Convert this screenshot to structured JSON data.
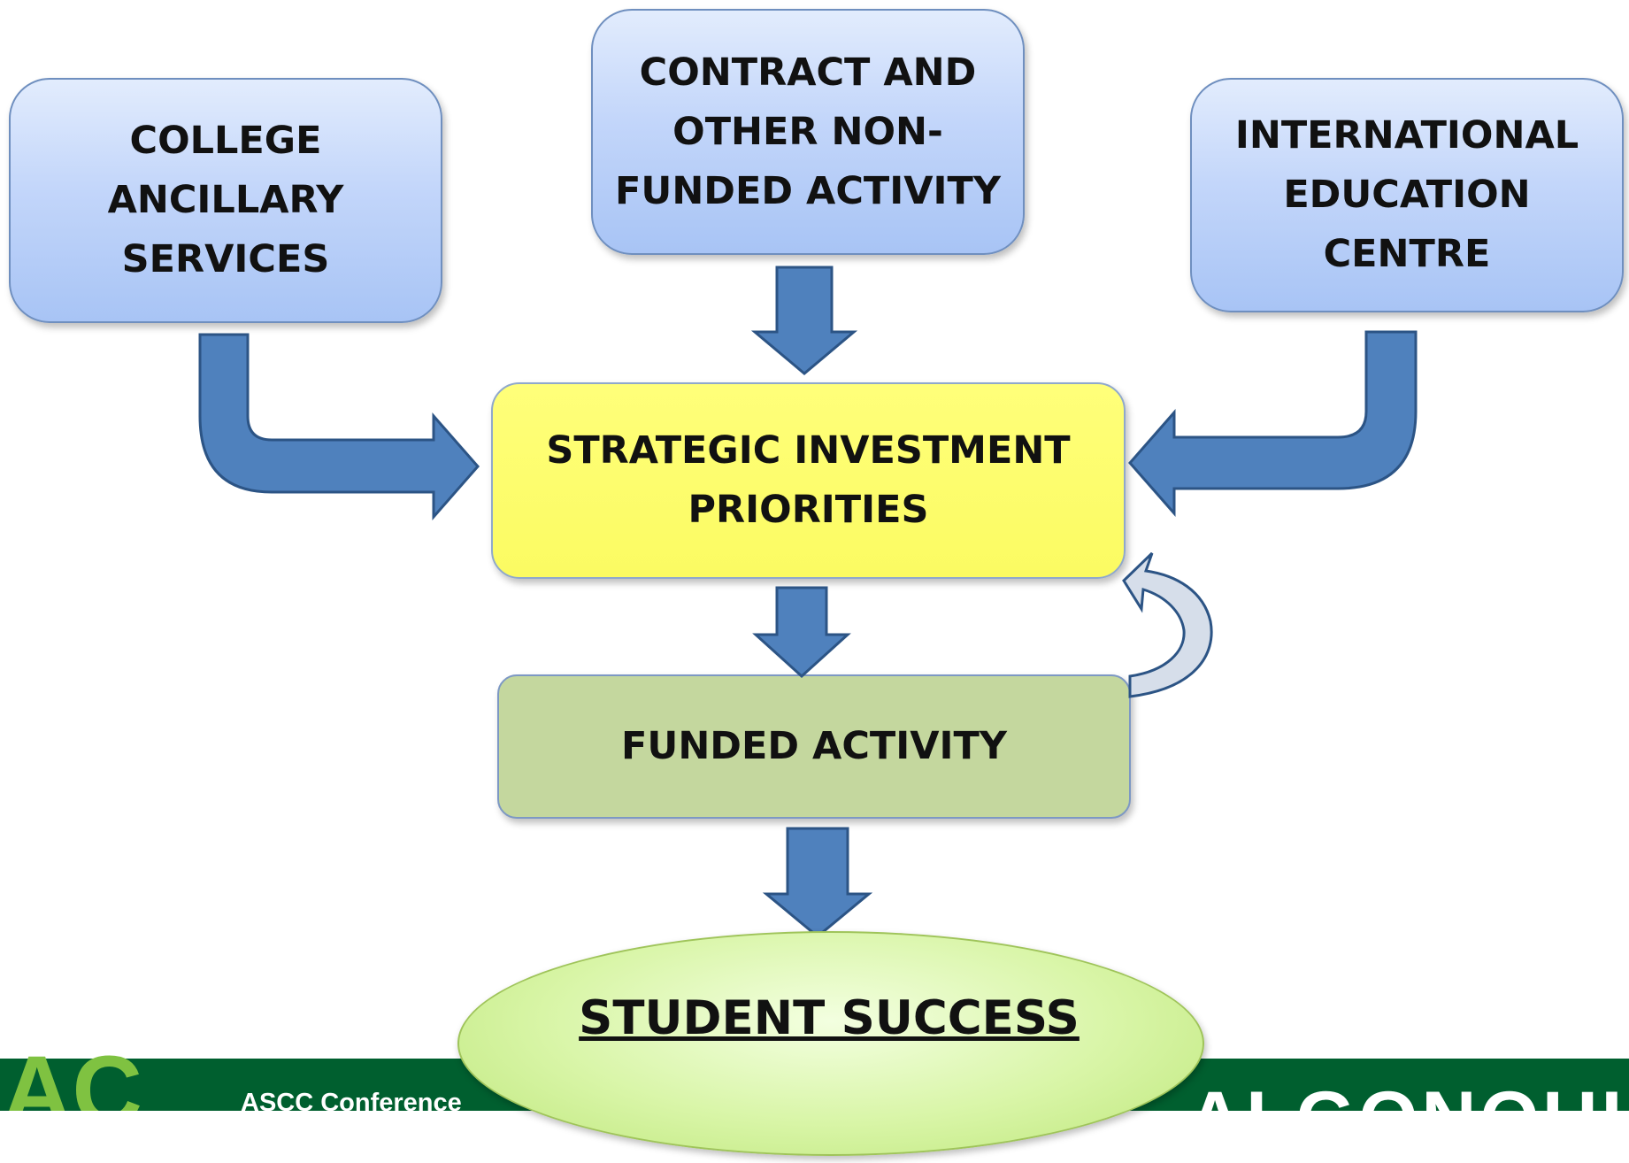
{
  "boxes": {
    "ancillary": "COLLEGE\nANCILLARY\nSERVICES",
    "contract": "CONTRACT AND\nOTHER NON-\nFUNDED ACTIVITY",
    "international": "INTERNATIONAL\nEDUCATION\nCENTRE",
    "strategic": "STRATEGIC INVESTMENT\nPRIORITIES",
    "funded": "FUNDED ACTIVITY",
    "success": "STUDENT SUCCESS"
  },
  "footer": {
    "conference": "ASCC Conference",
    "logo_text": "ALGONQUIN",
    "ac_logo_text": "AC"
  },
  "colors": {
    "arrow": "#4f81bd",
    "arrow_outline": "#2c5485",
    "footer_green": "#005f2f",
    "strategic_yellow": "#ffff66",
    "funded_green": "#c4d79e"
  }
}
